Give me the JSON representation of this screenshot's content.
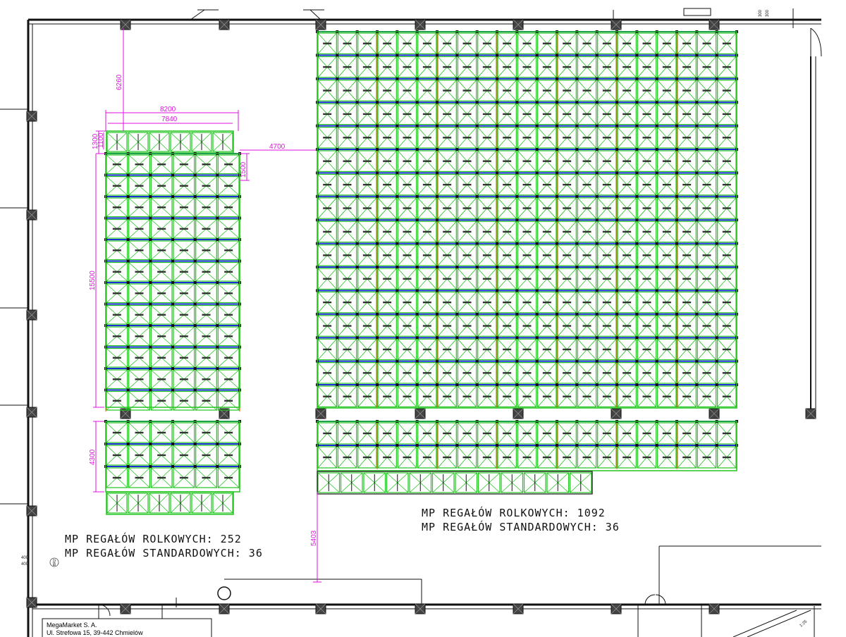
{
  "plan": {
    "left_block_summary": {
      "line1": "MP REGAŁÓW ROLKOWYCH: 252",
      "line2": "MP REGAŁÓW STANDARDOWYCH: 36"
    },
    "right_block_summary": {
      "line1": "MP REGAŁÓW ROLKOWYCH: 1092",
      "line2": "MP REGAŁÓW STANDARDOWYCH: 36"
    },
    "dimensions": {
      "d6260": "6260",
      "d8200": "8200",
      "d7840": "7840",
      "d1300": "1300",
      "d1100": "1100",
      "d1500": "1500",
      "d4700": "4700",
      "d15500": "15500",
      "d4300": "4300",
      "d5403": "5403"
    },
    "corner_labels": {
      "top_right_a": "300",
      "top_right_b": "300",
      "left_a": "400",
      "left_b": "400",
      "marker": "BR2",
      "stair_note": "1:25"
    },
    "title_block": {
      "company": "MegaMarket S. A.",
      "address": "Ul. Strefowa 15, 39-442 Chmielów"
    },
    "colors": {
      "rack_green": "#22c51f",
      "beam_blue": "#1a2fd6",
      "upright_orange": "#e8791c",
      "dimension_magenta": "#e011e0",
      "wall_black": "#111111"
    }
  }
}
